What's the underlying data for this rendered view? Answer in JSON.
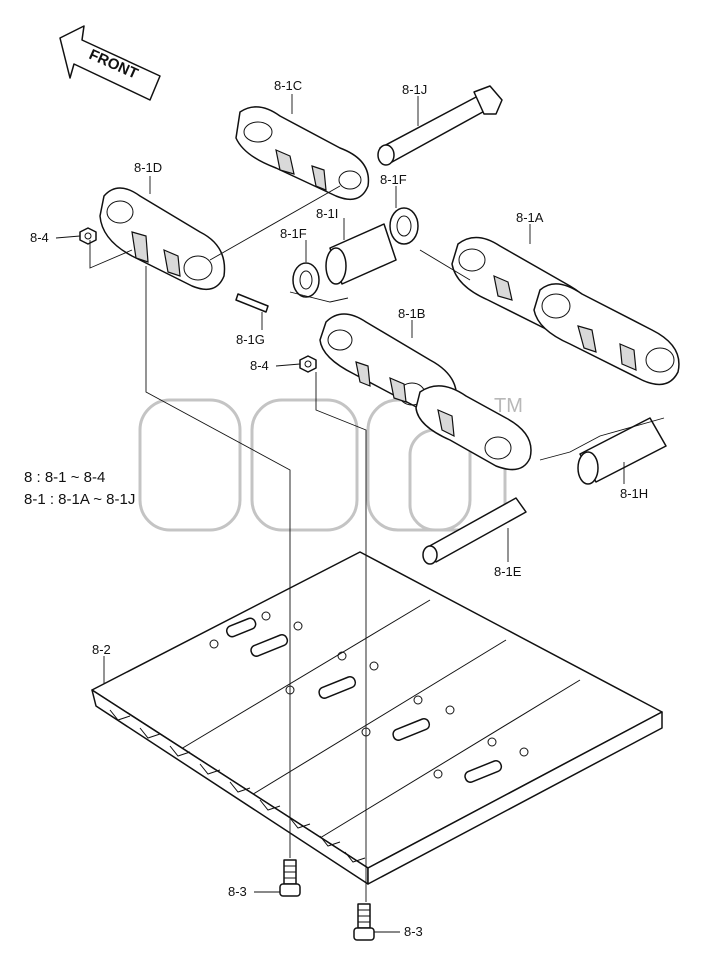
{
  "diagram": {
    "arrow_label": "FRONT",
    "watermark_mark": "TM",
    "legend_lines": [
      "8 : 8-1 ~ 8-4",
      "8-1 : 8-1A ~ 8-1J"
    ],
    "callouts": {
      "c_8_1C": "8-1C",
      "c_8_1J": "8-1J",
      "c_8_1D": "8-1D",
      "c_8_1F_top": "8-1F",
      "c_8_1I": "8-1I",
      "c_8_1F_left": "8-1F",
      "c_8_1A": "8-1A",
      "c_8_4_top": "8-4",
      "c_8_1G": "8-1G",
      "c_8_1B": "8-1B",
      "c_8_4_mid": "8-4",
      "c_8_1H": "8-1H",
      "c_8_1E": "8-1E",
      "c_8_2": "8-2",
      "c_8_3_left": "8-3",
      "c_8_3_right": "8-3"
    }
  }
}
